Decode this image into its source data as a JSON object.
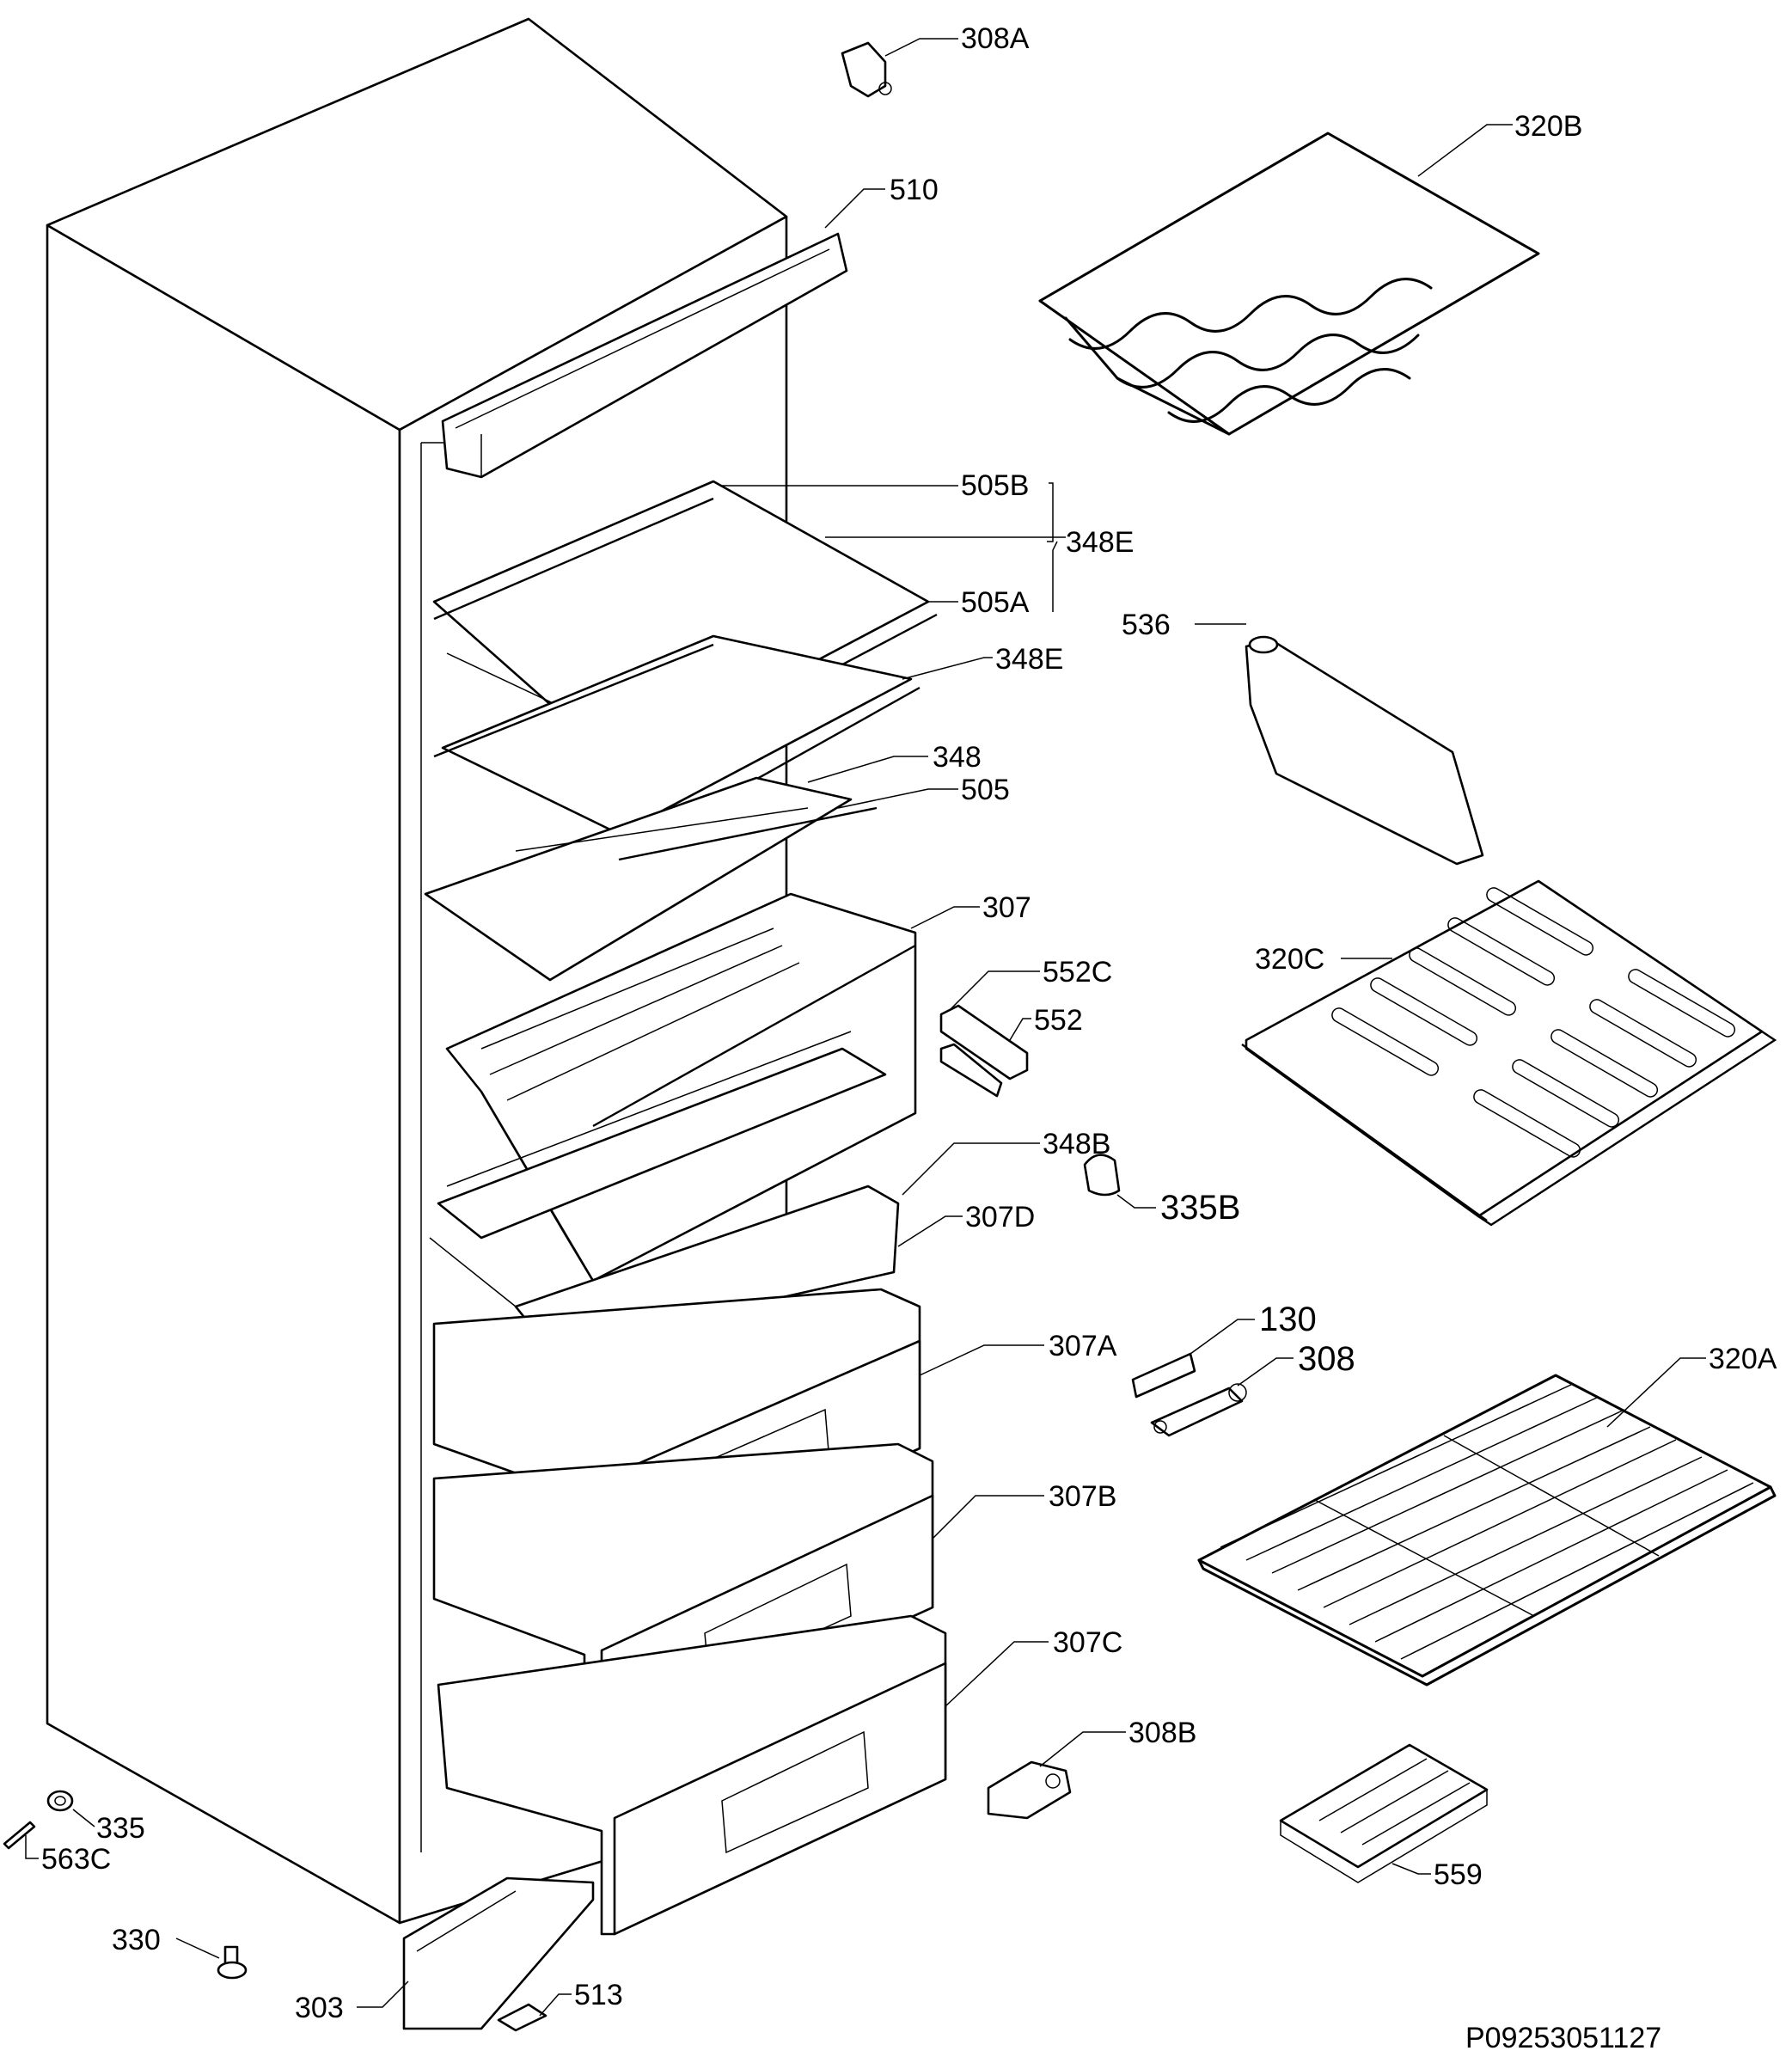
{
  "diagram": {
    "labels": {
      "l308A": "308A",
      "l320B": "320B",
      "l510": "510",
      "l505B": "505B",
      "l348E_group": "348E",
      "l505A": "505A",
      "l348E": "348E",
      "l536": "536",
      "l348": "348",
      "l505": "505",
      "l307": "307",
      "l552C": "552C",
      "l552": "552",
      "l320C": "320C",
      "l348B": "348B",
      "l335B": "335B",
      "l307D": "307D",
      "l130": "130",
      "l308": "308",
      "l307A": "307A",
      "l320A": "320A",
      "l307B": "307B",
      "l307C": "307C",
      "l308B": "308B",
      "l335": "335",
      "l563C": "563C",
      "l559": "559",
      "l330": "330",
      "l303": "303",
      "l513": "513"
    },
    "reference_code": "P09253051127"
  }
}
